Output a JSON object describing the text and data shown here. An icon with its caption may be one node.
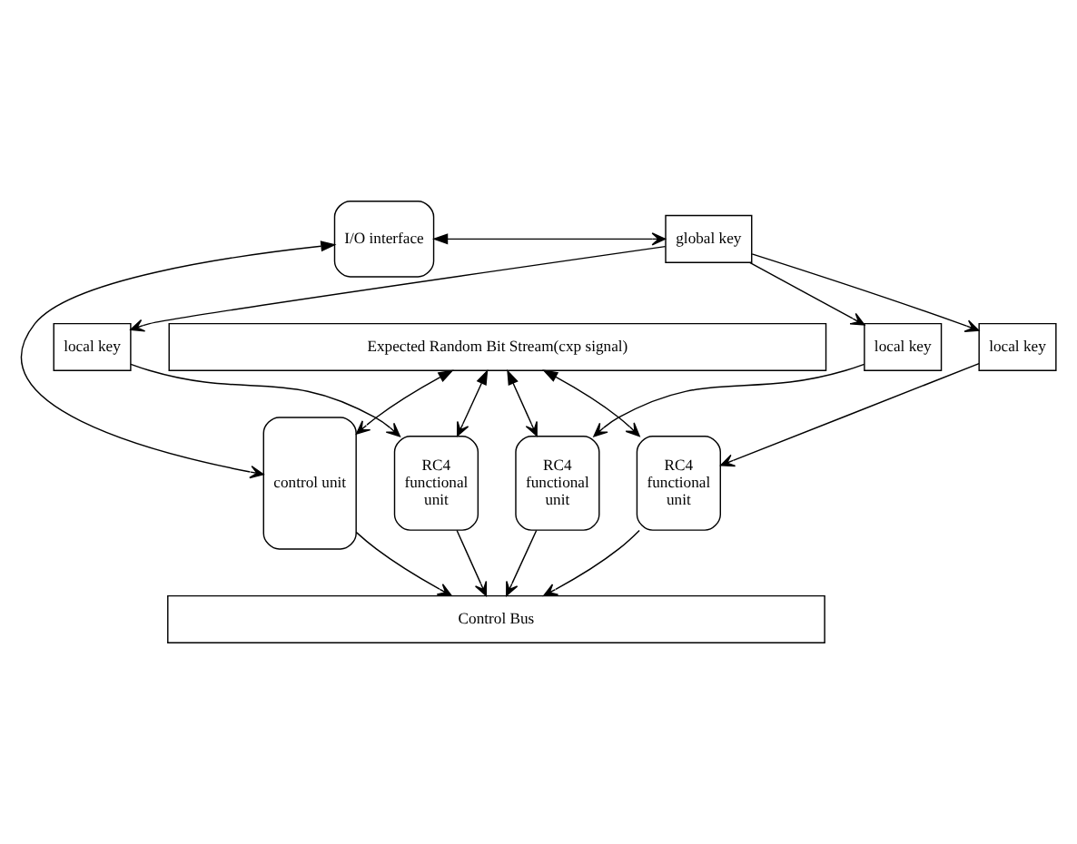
{
  "diagram": {
    "nodes": [
      {
        "text": [
          "I/O interface"
        ]
      },
      {
        "text": [
          "global key"
        ]
      },
      {
        "text": [
          "control unit"
        ]
      },
      {
        "text": [
          "local key"
        ]
      },
      {
        "text": [
          "local key"
        ]
      },
      {
        "text": [
          "local key"
        ]
      },
      {
        "text": [
          "RC4 functional unit"
        ]
      },
      {
        "text": [
          "RC4 functional unit"
        ]
      },
      {
        "text": [
          "RC4 functional unit"
        ]
      },
      {
        "text": [
          "Control Bus"
        ]
      },
      {
        "text": [
          "Expected Random Bit Stream(cxp signal)"
        ]
      }
    ],
    "edges": [
      {
        "from": 0,
        "to": 1,
        "arrow": "both"
      },
      {
        "from": 0,
        "to": 2,
        "arrow": "both"
      },
      {
        "from": 1,
        "to": 3,
        "arrow": "to"
      },
      {
        "from": 1,
        "to": 4,
        "arrow": "to"
      },
      {
        "from": 1,
        "to": 5,
        "arrow": "to"
      },
      {
        "from": 3,
        "to": 6,
        "arrow": "to"
      },
      {
        "from": 4,
        "to": 7,
        "arrow": "to"
      },
      {
        "from": 5,
        "to": 8,
        "arrow": "to"
      },
      {
        "from": 10,
        "to": 2,
        "arrow": "both"
      },
      {
        "from": 2,
        "to": 9,
        "arrow": "to"
      },
      {
        "from": 10,
        "to": 6,
        "arrow": "both"
      },
      {
        "from": 6,
        "to": 9,
        "arrow": "to"
      },
      {
        "from": 10,
        "to": 7,
        "arrow": "both"
      },
      {
        "from": 7,
        "to": 9,
        "arrow": "to"
      },
      {
        "from": 10,
        "to": 8,
        "arrow": "both"
      },
      {
        "from": 8,
        "to": 9,
        "arrow": "to"
      }
    ]
  }
}
